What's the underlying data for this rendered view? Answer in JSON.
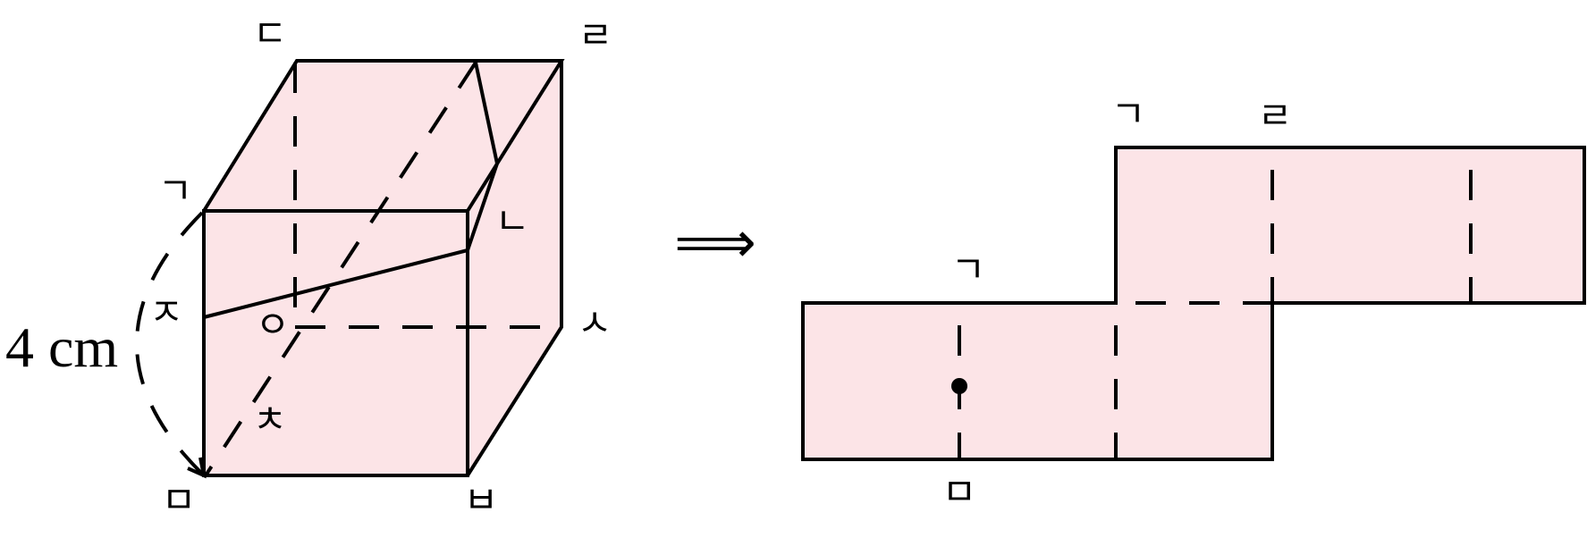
{
  "cube": {
    "labels": {
      "top_left_back": "ㄷ",
      "top_right_back": "ㄹ",
      "top_left_front": "ㄱ",
      "right_front_point": "ㄴ",
      "left_mid": "ㅈ",
      "center_point": "ㅇ",
      "right_mid": "ㅅ",
      "lower_center": "ㅊ",
      "bottom_left": "ㅁ",
      "bottom_right": "ㅂ"
    },
    "dimension": "4 cm"
  },
  "arrow": "⟹",
  "net": {
    "labels": {
      "top_left": "ㄱ",
      "top_right": "ㄹ",
      "lower_top": "ㄱ",
      "bottom": "ㅁ"
    }
  }
}
